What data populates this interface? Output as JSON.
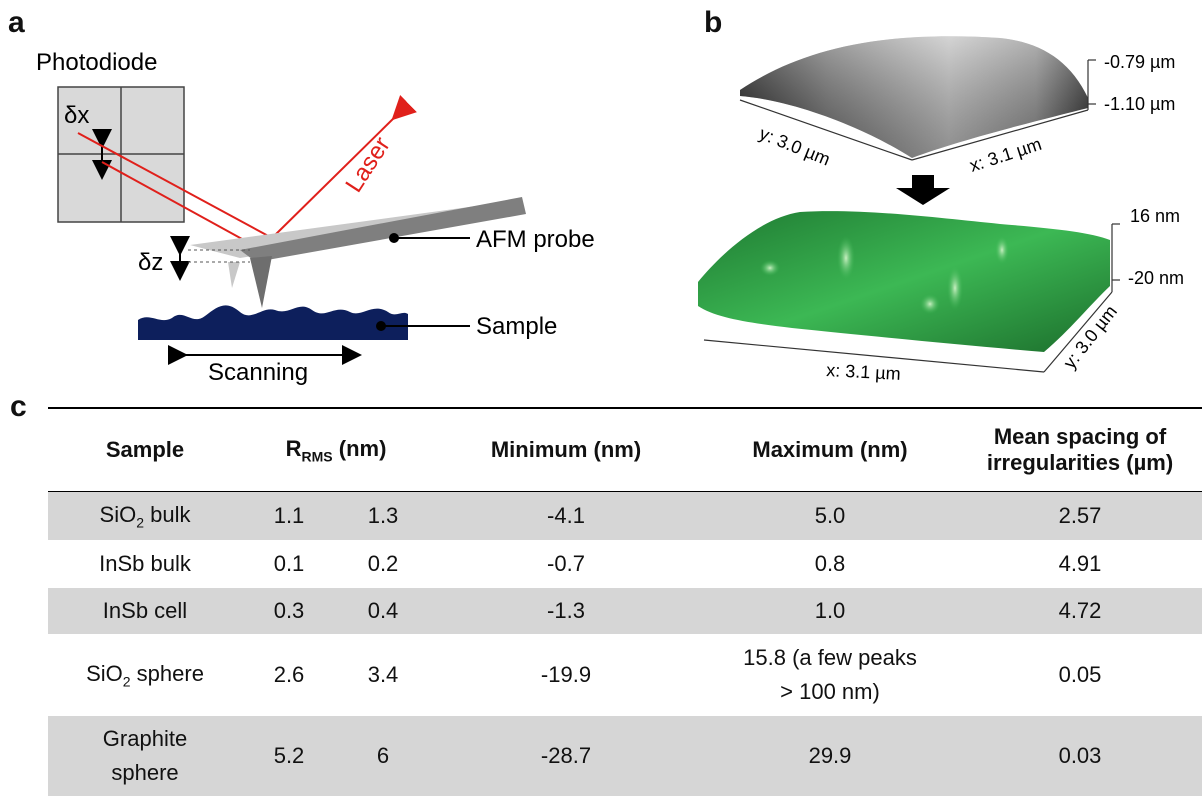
{
  "figure": {
    "panel_a": {
      "letter": "a",
      "photodiode_label": "Photodiode",
      "dx_label": "δx",
      "dz_label": "δz",
      "laser_label": "Laser",
      "probe_label": "AFM probe",
      "sample_label": "Sample",
      "scanning_label": "Scanning"
    },
    "panel_b": {
      "letter": "b",
      "top_surface": {
        "zmax_label": "-0.79 µm",
        "zmin_label": "-1.10 µm",
        "y_label": "y: 3.0 µm",
        "x_label": "x: 3.1 µm"
      },
      "bottom_surface": {
        "zmax_label": "16 nm",
        "zmin_label": "-20 nm",
        "x_label": "x: 3.1 µm",
        "y_label": "y: 3.0 µm"
      }
    },
    "panel_c": {
      "letter": "c",
      "headers": {
        "sample": "Sample",
        "rrms_main": "R",
        "rrms_sub": "RMS",
        "rrms_unit": " (nm)",
        "minimum": "Minimum (nm)",
        "maximum": "Maximum (nm)",
        "mean_line1": "Mean spacing of",
        "mean_line2": "irregularities (µm)"
      },
      "rows": [
        {
          "sample_main": "SiO",
          "sample_sub": "2",
          "sample_rest": " bulk",
          "r1": "1.1",
          "r2": "1.3",
          "min": "-4.1",
          "max1": "5.0",
          "max2": "",
          "mean": "2.57"
        },
        {
          "sample_main": "InSb bulk",
          "sample_sub": "",
          "sample_rest": "",
          "r1": "0.1",
          "r2": "0.2",
          "min": "-0.7",
          "max1": "0.8",
          "max2": "",
          "mean": "4.91"
        },
        {
          "sample_main": "InSb cell",
          "sample_sub": "",
          "sample_rest": "",
          "r1": "0.3",
          "r2": "0.4",
          "min": "-1.3",
          "max1": "1.0",
          "max2": "",
          "mean": "4.72"
        },
        {
          "sample_main": "SiO",
          "sample_sub": "2",
          "sample_rest": " sphere",
          "r1": "2.6",
          "r2": "3.4",
          "min": "-19.9",
          "max1": "15.8 (a few peaks",
          "max2": "> 100 nm)",
          "mean": "0.05"
        },
        {
          "sample_main": "Graphite",
          "sample_sub": "",
          "sample_rest": "sphere",
          "r1": "5.2",
          "r2": "6",
          "min": "-28.7",
          "max1": "29.9",
          "max2": "",
          "mean": "0.03"
        }
      ]
    },
    "colors": {
      "laser": "#e0201b",
      "probe": "#7f7f7f",
      "probe_light": "#c8c8c8",
      "sample": "#0d1f5c",
      "photodiode": "#d9d9d9",
      "table_shade": "#d6d6d6",
      "surface_green": "#2ea84a"
    }
  }
}
